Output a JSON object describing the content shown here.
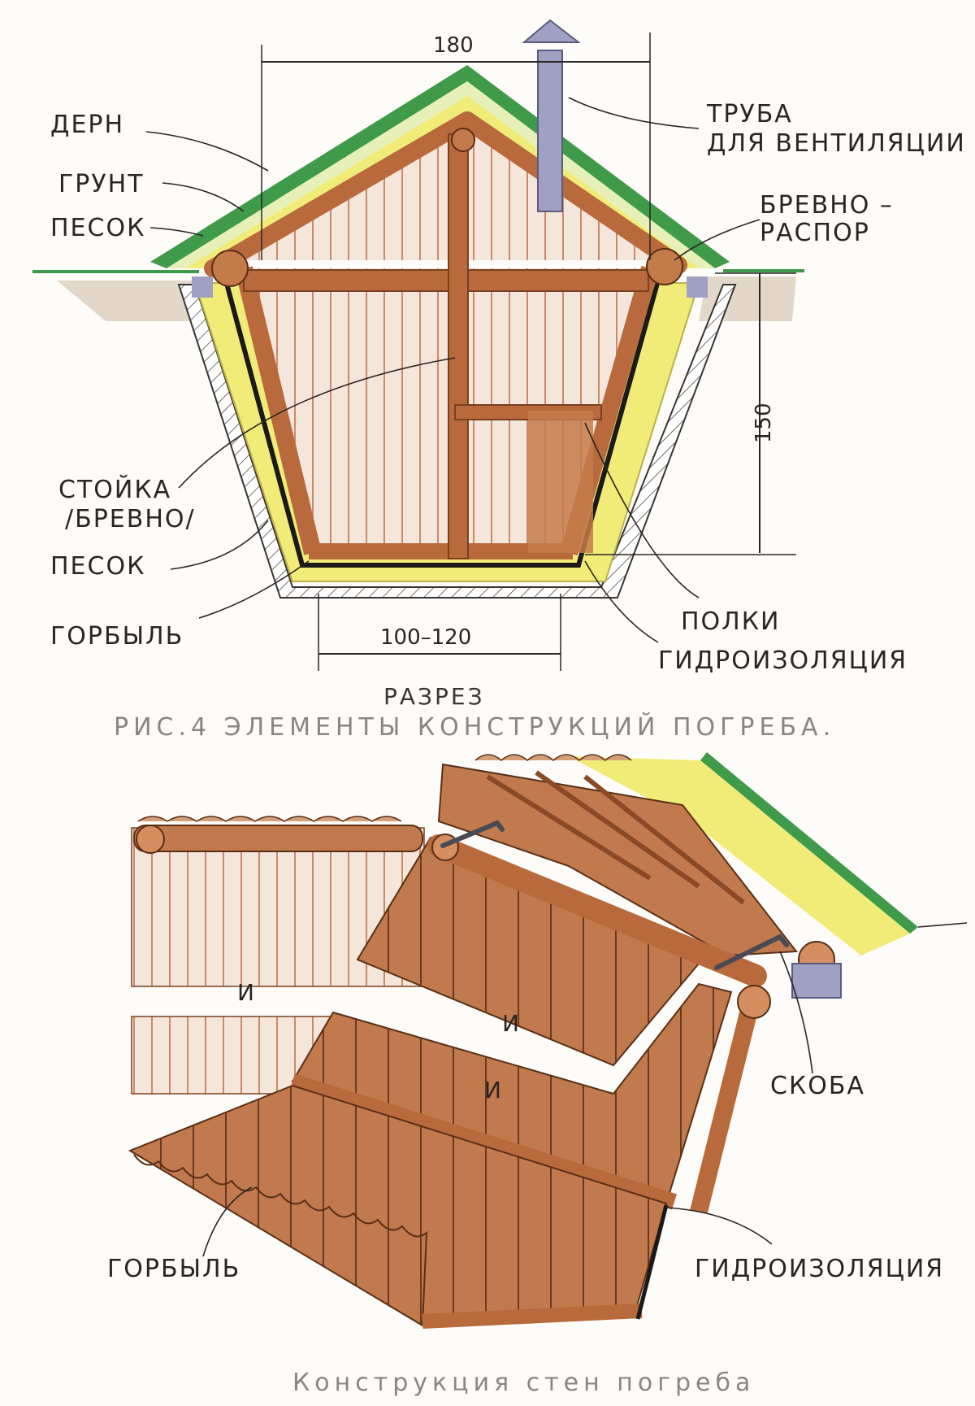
{
  "section_drawing": {
    "labels": {
      "dern": "ДЕРН",
      "grunt": "ГРУНТ",
      "pesok_top": "ПЕСОК",
      "truba_line1": "ТРУБА",
      "truba_line2": "ДЛЯ ВЕНТИЛЯЦИИ",
      "brevno_line1": "БРЕВНО –",
      "brevno_line2": "РАСПОР",
      "stoyka_line1": "СТОЙКА",
      "stoyka_line2": "/БРЕВНО/",
      "pesok_bottom": "ПЕСОК",
      "gorbyl": "ГОРБЫЛЬ",
      "polki": "ПОЛКИ",
      "gidroizolyaciya": "ГИДРОИЗОЛЯЦИЯ"
    },
    "dimensions": {
      "width_top": "180",
      "height": "150",
      "width_bottom": "100–120"
    },
    "section_label": "РАЗРЕЗ",
    "caption": "РИС.4 ЭЛЕМЕНТЫ КОНСТРУКЦИЙ ПОГРЕБА."
  },
  "walls_drawing": {
    "labels": {
      "skoba": "СКОБА",
      "gorbyl": "ГОРБЫЛЬ",
      "gidroizolyaciya": "ГИДРОИЗОЛЯЦИЯ",
      "break_mark_1": "И",
      "break_mark_2": "И",
      "break_mark_3": "И"
    },
    "caption": "Конструкция стен погреба"
  },
  "colors": {
    "wood": "#b86a3c",
    "wood_dark": "#8a4a26",
    "sand": "#f1ec78",
    "turf": "#3f9a4a",
    "soil": "#d9ccba",
    "waterproof": "#1c1a19",
    "pipe": "#9fa0c4"
  }
}
